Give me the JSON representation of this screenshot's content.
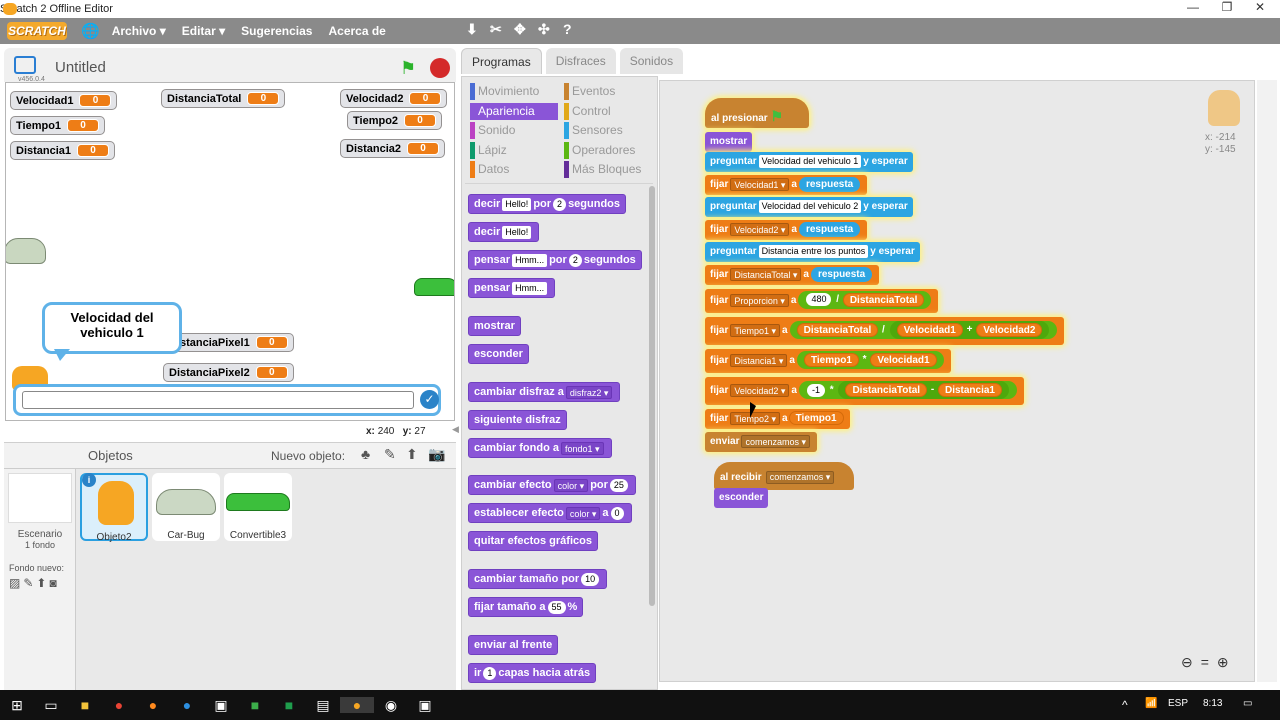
{
  "window": {
    "title": "Scratch 2 Offline Editor",
    "minimize": "—",
    "restore": "❐",
    "close": "✕"
  },
  "menu": {
    "logo": "SCRATCH",
    "items": [
      "Archivo ▾",
      "Editar ▾",
      "Sugerencias",
      "Acerca de"
    ]
  },
  "stage": {
    "project_title": "Untitled",
    "version": "v456.0.4",
    "monitors": [
      {
        "label": "Velocidad1",
        "value": "0"
      },
      {
        "label": "Tiempo1",
        "value": "0"
      },
      {
        "label": "Distancia1",
        "value": "0"
      },
      {
        "label": "DistanciaTotal",
        "value": "0"
      },
      {
        "label": "Velocidad2",
        "value": "0"
      },
      {
        "label": "Tiempo2",
        "value": "0"
      },
      {
        "label": "Distancia2",
        "value": "0"
      },
      {
        "label": "DistanciaPixel1",
        "value": "0"
      },
      {
        "label": "DistanciaPixel2",
        "value": "0"
      }
    ],
    "bubble": "Velocidad del vehiculo 1",
    "coords": {
      "x_label": "x:",
      "x": "240",
      "y_label": "y:",
      "y": "27"
    }
  },
  "sprites": {
    "header": "Objetos",
    "new_sprite": "Nuevo objeto:",
    "stage_label": "Escenario",
    "stage_sub": "1 fondo",
    "new_backdrop": "Fondo nuevo:",
    "items": [
      "Objeto2",
      "Car-Bug",
      "Convertible3"
    ]
  },
  "tabs": [
    "Programas",
    "Disfraces",
    "Sonidos"
  ],
  "categories": [
    {
      "label": "Movimiento",
      "color": "#4a6cd4"
    },
    {
      "label": "Apariencia",
      "color": "#8a55d7"
    },
    {
      "label": "Sonido",
      "color": "#bb42c3"
    },
    {
      "label": "Lápiz",
      "color": "#0e9a6c"
    },
    {
      "label": "Datos",
      "color": "#ee7d16"
    },
    {
      "label": "Eventos",
      "color": "#c88330"
    },
    {
      "label": "Control",
      "color": "#e1a91a"
    },
    {
      "label": "Sensores",
      "color": "#2ca5e2"
    },
    {
      "label": "Operadores",
      "color": "#5cb712"
    },
    {
      "label": "Más Bloques",
      "color": "#632d99"
    }
  ],
  "palette": {
    "decir_por": {
      "a": "decir",
      "s1": "Hello!",
      "b": "por",
      "n": "2",
      "c": "segundos"
    },
    "decir": {
      "a": "decir",
      "s1": "Hello!"
    },
    "pensar_por": {
      "a": "pensar",
      "s1": "Hmm...",
      "b": "por",
      "n": "2",
      "c": "segundos"
    },
    "pensar": {
      "a": "pensar",
      "s1": "Hmm..."
    },
    "mostrar": "mostrar",
    "esconder": "esconder",
    "cambiar_disfraz": {
      "a": "cambiar disfraz a",
      "d": "disfraz2"
    },
    "siguiente": "siguiente disfraz",
    "cambiar_fondo": {
      "a": "cambiar fondo a",
      "d": "fondo1"
    },
    "cambiar_efecto": {
      "a": "cambiar efecto",
      "d": "color",
      "b": "por",
      "n": "25"
    },
    "establecer_efecto": {
      "a": "establecer efecto",
      "d": "color",
      "b": "a",
      "n": "0"
    },
    "quitar": "quitar efectos gráficos",
    "cambiar_tamano": {
      "a": "cambiar tamaño por",
      "n": "10"
    },
    "fijar_tamano": {
      "a": "fijar tamaño a",
      "n": "55",
      "b": "%"
    },
    "enviar_frente": "enviar al frente",
    "ir_capas": {
      "a": "ir",
      "n": "1",
      "b": "capas hacia atrás"
    }
  },
  "script": {
    "hat": "al presionar",
    "mostrar": "mostrar",
    "preguntar1": {
      "a": "preguntar",
      "s": "Velocidad del vehiculo 1",
      "b": "y esperar"
    },
    "fijar1": {
      "a": "fijar",
      "v": "Velocidad1",
      "b": "a",
      "r": "respuesta"
    },
    "preguntar2": {
      "a": "preguntar",
      "s": "Velocidad del vehiculo 2",
      "b": "y esperar"
    },
    "fijar2": {
      "a": "fijar",
      "v": "Velocidad2",
      "b": "a",
      "r": "respuesta"
    },
    "preguntar3": {
      "a": "preguntar",
      "s": "Distancia entre los puntos",
      "b": "y esperar"
    },
    "fijar3": {
      "a": "fijar",
      "v": "DistanciaTotal",
      "b": "a",
      "r": "respuesta"
    },
    "fijar4": {
      "a": "fijar",
      "v": "Proporcion",
      "b": "a",
      "n": "480",
      "op": "/",
      "x": "DistanciaTotal"
    },
    "fijar5": {
      "a": "fijar",
      "v": "Tiempo1",
      "b": "a",
      "x": "DistanciaTotal",
      "op": "/",
      "y": "Velocidad1",
      "op2": "+",
      "z": "Velocidad2"
    },
    "fijar6": {
      "a": "fijar",
      "v": "Distancia1",
      "b": "a",
      "x": "Tiempo1",
      "op": "*",
      "y": "Velocidad1"
    },
    "fijar7": {
      "a": "fijar",
      "v": "Velocidad2",
      "b": "a",
      "n": "-1",
      "op": "*",
      "x": "DistanciaTotal",
      "op2": "-",
      "y": "Distancia1"
    },
    "fijar8": {
      "a": "fijar",
      "v": "Tiempo2",
      "b": "a",
      "x": "Tiempo1"
    },
    "enviar": {
      "a": "enviar",
      "d": "comenzamos"
    },
    "hat2": {
      "a": "al recibir",
      "d": "comenzamos"
    },
    "esconder": "esconder"
  },
  "sprite_info": {
    "x": "x: -214",
    "y": "y: -145"
  },
  "taskbar": {
    "lang": "ESP",
    "time": "8:13"
  }
}
